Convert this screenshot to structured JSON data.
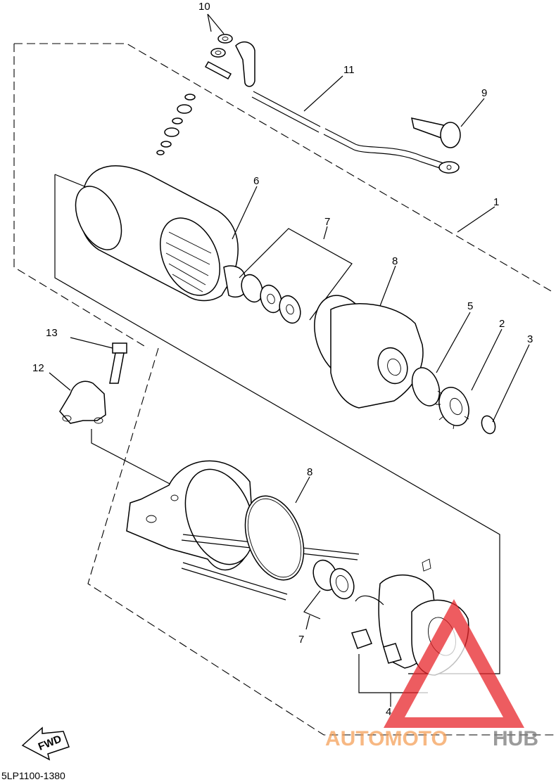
{
  "diagram_code": "5LP1100-1380",
  "fwd_label": "FWD",
  "watermark": {
    "part1": "AUTOMOTO",
    "part2": "HUB",
    "color1": "#f5a15a",
    "color2": "#7a7a7a",
    "triangle_color": "#e8262b"
  },
  "callouts": {
    "c1": "1",
    "c2": "2",
    "c3": "3",
    "c4": "4",
    "c5": "5",
    "c6": "6",
    "c7a": "7",
    "c7b": "7",
    "c8a": "8",
    "c8b": "8",
    "c9": "9",
    "c10": "10",
    "c11": "11",
    "c12": "12",
    "c13": "13"
  }
}
